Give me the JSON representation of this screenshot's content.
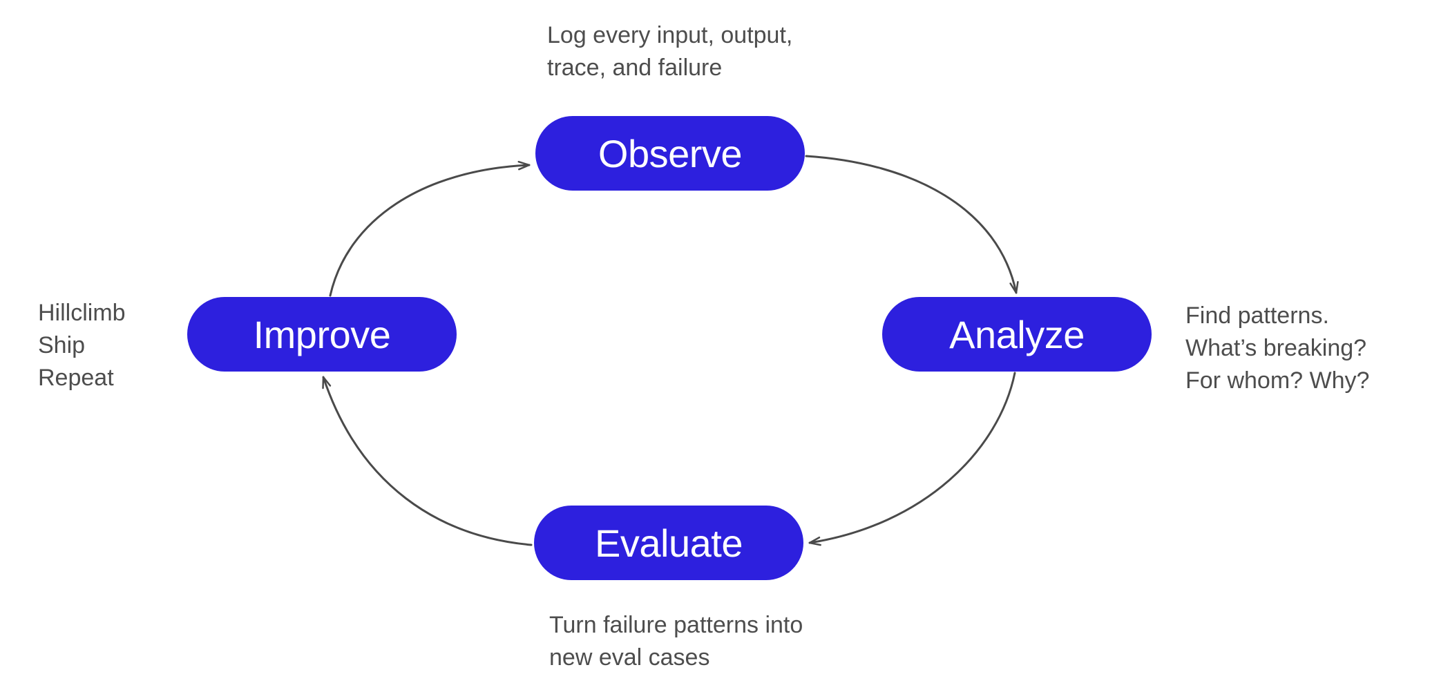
{
  "nodes": {
    "observe": {
      "label": "Observe"
    },
    "analyze": {
      "label": "Analyze"
    },
    "evaluate": {
      "label": "Evaluate"
    },
    "improve": {
      "label": "Improve"
    }
  },
  "notes": {
    "top": {
      "lines": [
        "Log every input, output,",
        "trace, and failure"
      ]
    },
    "right": {
      "lines": [
        "Find patterns.",
        "What’s breaking?",
        "For whom? Why?"
      ]
    },
    "bottom": {
      "lines": [
        "Turn failure patterns into",
        "new eval cases"
      ]
    },
    "left": {
      "lines": [
        "Hillclimb",
        "Ship",
        "Repeat"
      ]
    }
  },
  "edges": [
    {
      "from": "Improve",
      "to": "Observe"
    },
    {
      "from": "Observe",
      "to": "Analyze"
    },
    {
      "from": "Analyze",
      "to": "Evaluate"
    },
    {
      "from": "Evaluate",
      "to": "Improve"
    }
  ],
  "colors": {
    "node_fill": "#2d20de",
    "node_text": "#ffffff",
    "note_text": "#4d4d4d",
    "arrow": "#4a4a4a",
    "background": "#ffffff"
  }
}
